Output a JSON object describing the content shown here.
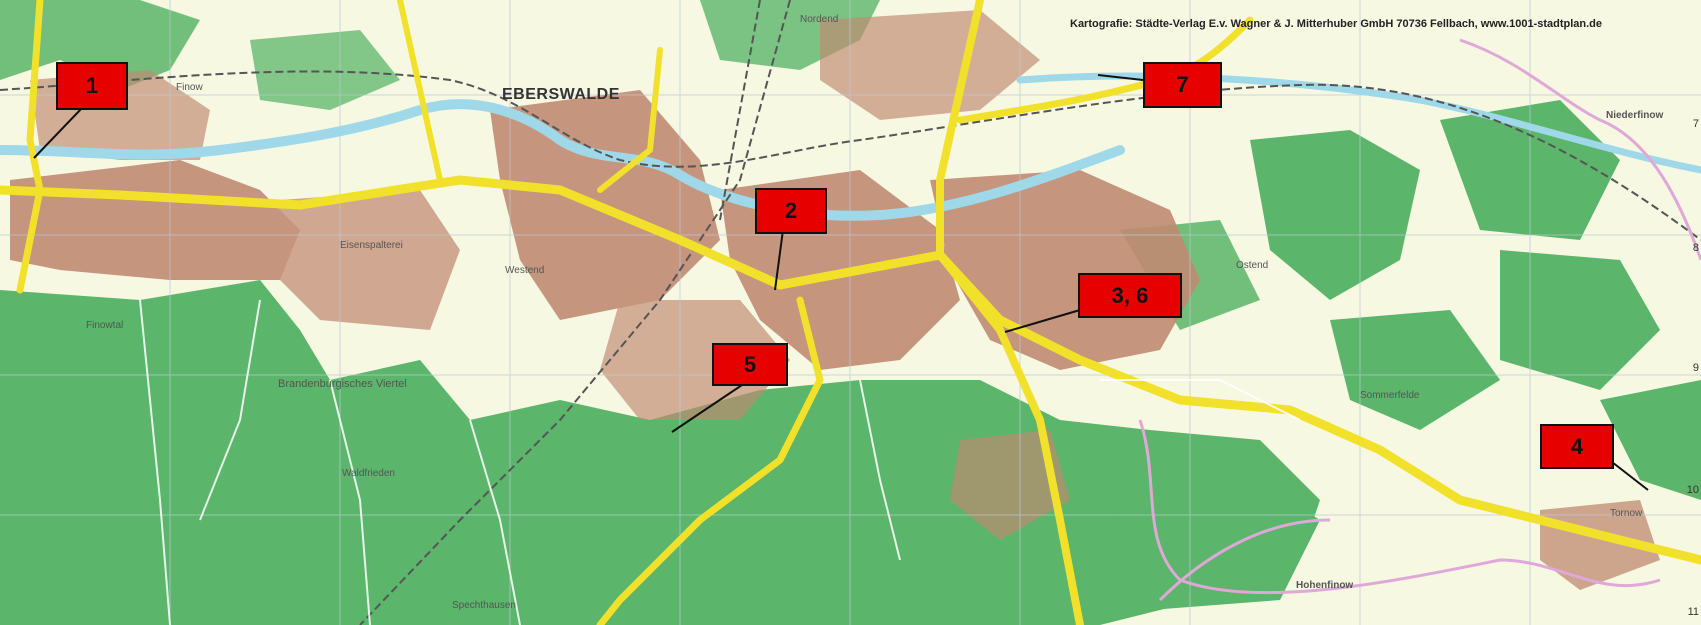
{
  "map": {
    "city_label": "EBERSWALDE",
    "credit": "Kartografie: Städte-Verlag E.v. Wagner & J. Mitterhuber GmbH 70736 Fellbach, www.1001-stadtplan.de",
    "place_labels": {
      "finow": "Finow",
      "nordend": "Nordend",
      "niederfinow": "Niederfinow",
      "westend": "Westend",
      "eisenspalterei": "Eisenspalterei",
      "ostend": "Ostend",
      "friedrichsthal": "Finowtal",
      "brandenburgisches_viertel": "Brandenburgisches Viertel",
      "sommerfelde": "Sommerfelde",
      "tornow": "Tornow",
      "hohenfinow": "Hohenfinow",
      "spechthausen": "Spechthausen",
      "waldfrieden": "Waldfrieden"
    },
    "grid_numbers": [
      "7",
      "8",
      "9",
      "10",
      "11"
    ],
    "markers": [
      {
        "id": "m1",
        "label": "1"
      },
      {
        "id": "m2",
        "label": "2"
      },
      {
        "id": "m3",
        "label": "3, 6"
      },
      {
        "id": "m4",
        "label": "4"
      },
      {
        "id": "m5",
        "label": "5"
      },
      {
        "id": "m7",
        "label": "7"
      }
    ],
    "colors": {
      "forest": "#5bb56a",
      "open": "#f6f8e2",
      "urban": "#c08a72",
      "road": "#f2e12a",
      "river": "#9fd8e8",
      "marker": "#e60000",
      "boundary": "#e0a8d8"
    }
  }
}
